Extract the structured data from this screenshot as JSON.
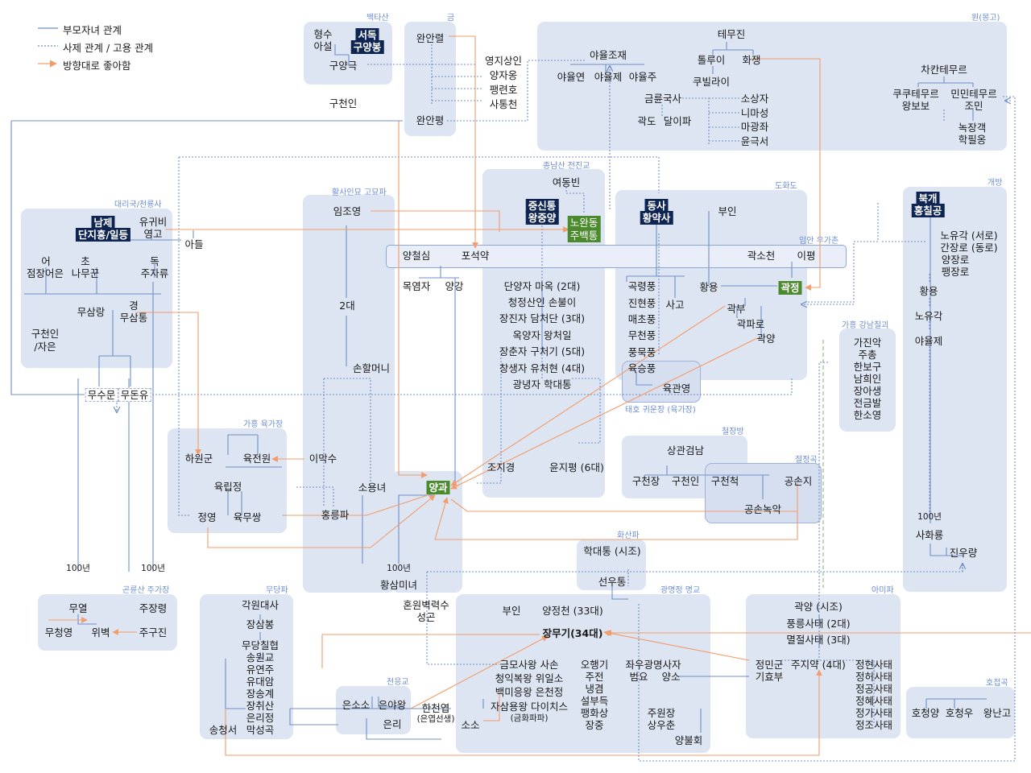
{
  "legend": {
    "solid": "부모자녀 관계",
    "dotted": "사제 관계 / 고용 관계",
    "arrow": "방향대로 좋아함"
  },
  "colors": {
    "box_fill": "#dde4f2",
    "box_title": "#6b8dd6",
    "family_line": "#6f8fcb",
    "dotted_line": "#6f8fcb",
    "love_arrow": "#f39c6b",
    "highlight_navy": "#0e2453",
    "highlight_green": "#4c8a2e"
  },
  "groups": {
    "baektasan": "백타산",
    "geum": "금",
    "won": "원(몽고)",
    "daeri": "대리국/천룡사",
    "hwalsain": "활사인묘 고묘파",
    "jongnam": "종남산 전진교",
    "dohwado": "도화도",
    "gaebang": "개방",
    "imanwoo": "임안 우가촌",
    "gaheung_yuk": "가흥 육가장",
    "gaheung_gang": "가흥 강남칠괴",
    "taeho": "태호 귀운장 (육가장)",
    "cheoljang": "철장방",
    "jeoljeong": "절정곡",
    "hwasan": "화산파",
    "gonryun": "곤륜산 주가장",
    "mudang": "무당파",
    "cheonung": "천응교",
    "gwangmyeong": "광명정 명교",
    "amipa": "아미파",
    "hojeop": "호접곡"
  },
  "people": {
    "hyeongsu": "형수",
    "asseol": "아설",
    "seodok": "서독",
    "guyangbong": "구양봉",
    "guyanggeuk": "구양극",
    "wanannyeol": "완안렬",
    "yeongjisangin": "영지상인",
    "yangjaong": "양자옹",
    "paengnyeonho": "팽련호",
    "satongcheon": "사통천",
    "guchenin_top": "구천인",
    "wananpyeong": "완안평",
    "yayuljojae": "야율조재",
    "yayulyeon": "야율연",
    "yayulje": "야율제",
    "yayuljejoo": "야율주",
    "temujin": "테무진",
    "tolui": "톨루이",
    "hwajaeng": "화쟁",
    "kublai": "쿠빌라이",
    "geumryungguksa": "금륜국사",
    "sosangja": "소상자",
    "nimaseong": "니마성",
    "magwanggak": "마광좌",
    "yunkeukseo": "윤극서",
    "gwakdo": "곽도",
    "dalipa": "달이파",
    "chaghan": "차칸테무르",
    "kukutemur": "쿠쿠테무르",
    "wangbobo": "왕보보",
    "minmintemur": "민민테무르",
    "jomin": "조민",
    "nokjanggaek": "녹장객",
    "hakpilong": "학필옹",
    "namje": "남제",
    "danjiheung": "단지흥/일등",
    "yugwibi": "유귀비",
    "yeonggo": "영고",
    "adeul": "아들",
    "eo": "어",
    "jeomjangeo": "점장어은",
    "cho": "초",
    "namukkun": "나무꾼",
    "dok": "독",
    "jujaryu": "주자류",
    "musamnang": "무삼랑",
    "gyeong": "경",
    "musamtong": "무삼통",
    "guchenin_left": "구천인",
    "jaeun": "/자은",
    "musumun": "무수문",
    "mudonyu": "무돈유",
    "yeodongbin": "여동빈",
    "jungsintong": "중신통",
    "wangjungyang": "왕중양",
    "nowandong": "노완동",
    "jubaektong": "주백통",
    "imjoyeong": "임조영",
    "yangcheolsim": "양철심",
    "poseokyak": "포석약",
    "mongnyeomja": "목염자",
    "yanggang": "양강",
    "maok": "단양자 마옥 (2대)",
    "sonbulyi": "청정산인 손불이",
    "damcheodan": "장진자 담처단 (3대)",
    "wangcheoil": "옥양자 왕처일",
    "guchugi": "장춘자 구처기 (5대)",
    "yucheohyeon": "창생자 유처현 (4대)",
    "hakdaetong": "광녕자 학대통",
    "eo2dae": "2대",
    "sonhalmeoni": "손할머니",
    "dongsa": "동사",
    "hwangyaksa": "황약사",
    "buin_top": "부인",
    "gwaksocheon": "곽소천",
    "iipyeong": "이평",
    "gokryeongpung": "곡령풍",
    "jinhyeonpung": "진현풍",
    "maechopung": "매초풍",
    "mucheonpung": "무천풍",
    "pungmukpung": "풍묵풍",
    "yukseungpung": "육승풍",
    "yukgwanyeong": "육관영",
    "sago": "사고",
    "hwangyong": "황용",
    "gwakjeong": "곽정",
    "gwakbu": "곽부",
    "gwakparo": "곽파로",
    "gwakyang": "곽양",
    "bukgae": "북개",
    "hongchilgong": "홍칠공",
    "noyugak_west": "노유각 (서로)",
    "ganjangro": "간장로 (동로)",
    "yangjangro": "양장로",
    "paengjangro": "팽장로",
    "hwangyong_gb": "황용",
    "noyugak": "노유각",
    "yayulje_gb": "야율제",
    "gb100": "100년",
    "sawaryang": "사화룡",
    "jinuryang": "진우량",
    "gajinak": "가진악",
    "jusong": "주총",
    "hansobo": "한보구",
    "namhuiin": "남희인",
    "jangasaeng": "장아생",
    "jeongeumbal": "전금발",
    "hansoyeong": "한소영",
    "hawongun": "하원군",
    "yukjeonwon": "육전원",
    "yukripjeong": "육립정",
    "jeongyeong": "정영",
    "yukmussang": "육무쌍",
    "imaksu": "이막수",
    "honglungpa": "홍릉파",
    "soyongnyeo": "소용녀",
    "yanggwa": "양과",
    "jojigyeong": "조지경",
    "yunjipyeong": "윤지평 (6대)",
    "hwangsammi": "황삼미녀",
    "h100": "100년",
    "sanggwan": "상관검남",
    "gucheonjang": "구천장",
    "gucheonin_c": "구천인",
    "gucheonchok": "구천척",
    "gongsonji": "공손지",
    "gongsonnokak": "공손녹악",
    "hakdaetong_sijo": "학대통 (시조)",
    "seonutong": "선우통",
    "muyeol": "무열",
    "mucheongyeong": "무청영",
    "wibyeok": "위벽",
    "jujangryeong": "주장령",
    "jugujin": "주구진",
    "l100a": "100년",
    "l100b": "100년",
    "gagwondaesa": "각원대사",
    "jangsambong": "장삼봉",
    "mudang7": "무당칠협",
    "songwongyo": "송원교",
    "yuyeongju": "유연주",
    "yudaeam": "유대암",
    "jangsonggye": "장송계",
    "jangchwisan": "장취산",
    "eunrijeong": "은리정",
    "makseonggok": "막성곡",
    "songcheongseo": "송청서",
    "honwonbyeok": "혼원벽력수",
    "seonggon": "성곤",
    "eunsoso": "은소소",
    "eunawang": "은야왕",
    "eunri": "은리",
    "hancheonyeop": "한천엽",
    "eunyeopseonsaeng": "(은엽선생)",
    "soso": "소소",
    "buin_mg": "부인",
    "yangjeongcheon": "양정천 (33대)",
    "jangmugi": "장무기(34대)",
    "geummosawang": "금모사왕 사손",
    "cheongikbok": "청익복왕 위일소",
    "baengmiung": "백미응왕 은천정",
    "jasamyongwang": "자삼용왕 다이치스",
    "geumhwapapa": "(금화파파)",
    "ohaenggi": "오행기",
    "jujeon": "주전",
    "naenggyeom": "냉겸",
    "seolbudeuk": "설부득",
    "paenghwasang": "팽화상",
    "jangjung": "장중",
    "jwauo": "좌우광명사자",
    "beomyo": "범요",
    "yangso": "양소",
    "juwonjang": "주원장",
    "sangujun": "상우춘",
    "yangbulhoe": "양불회",
    "gwakyang_sijo": "곽양 (시조)",
    "pungreung": "풍릉사태 (2대)",
    "myeoljeol": "멸절사태 (3대)",
    "jeongmingun": "정민군",
    "jujiyak": "주지약 (4대)",
    "gihyobu": "기효부",
    "jeonghyeon": "정현사태",
    "jeongheo": "정허사태",
    "jeonggong": "정공사태",
    "jeonghye": "정혜사태",
    "jeongga": "정가사태",
    "jeongjo": "정조사태",
    "hocheongyang": "호청양",
    "hocheongu": "호청우",
    "wangnanho": "왕난고"
  }
}
